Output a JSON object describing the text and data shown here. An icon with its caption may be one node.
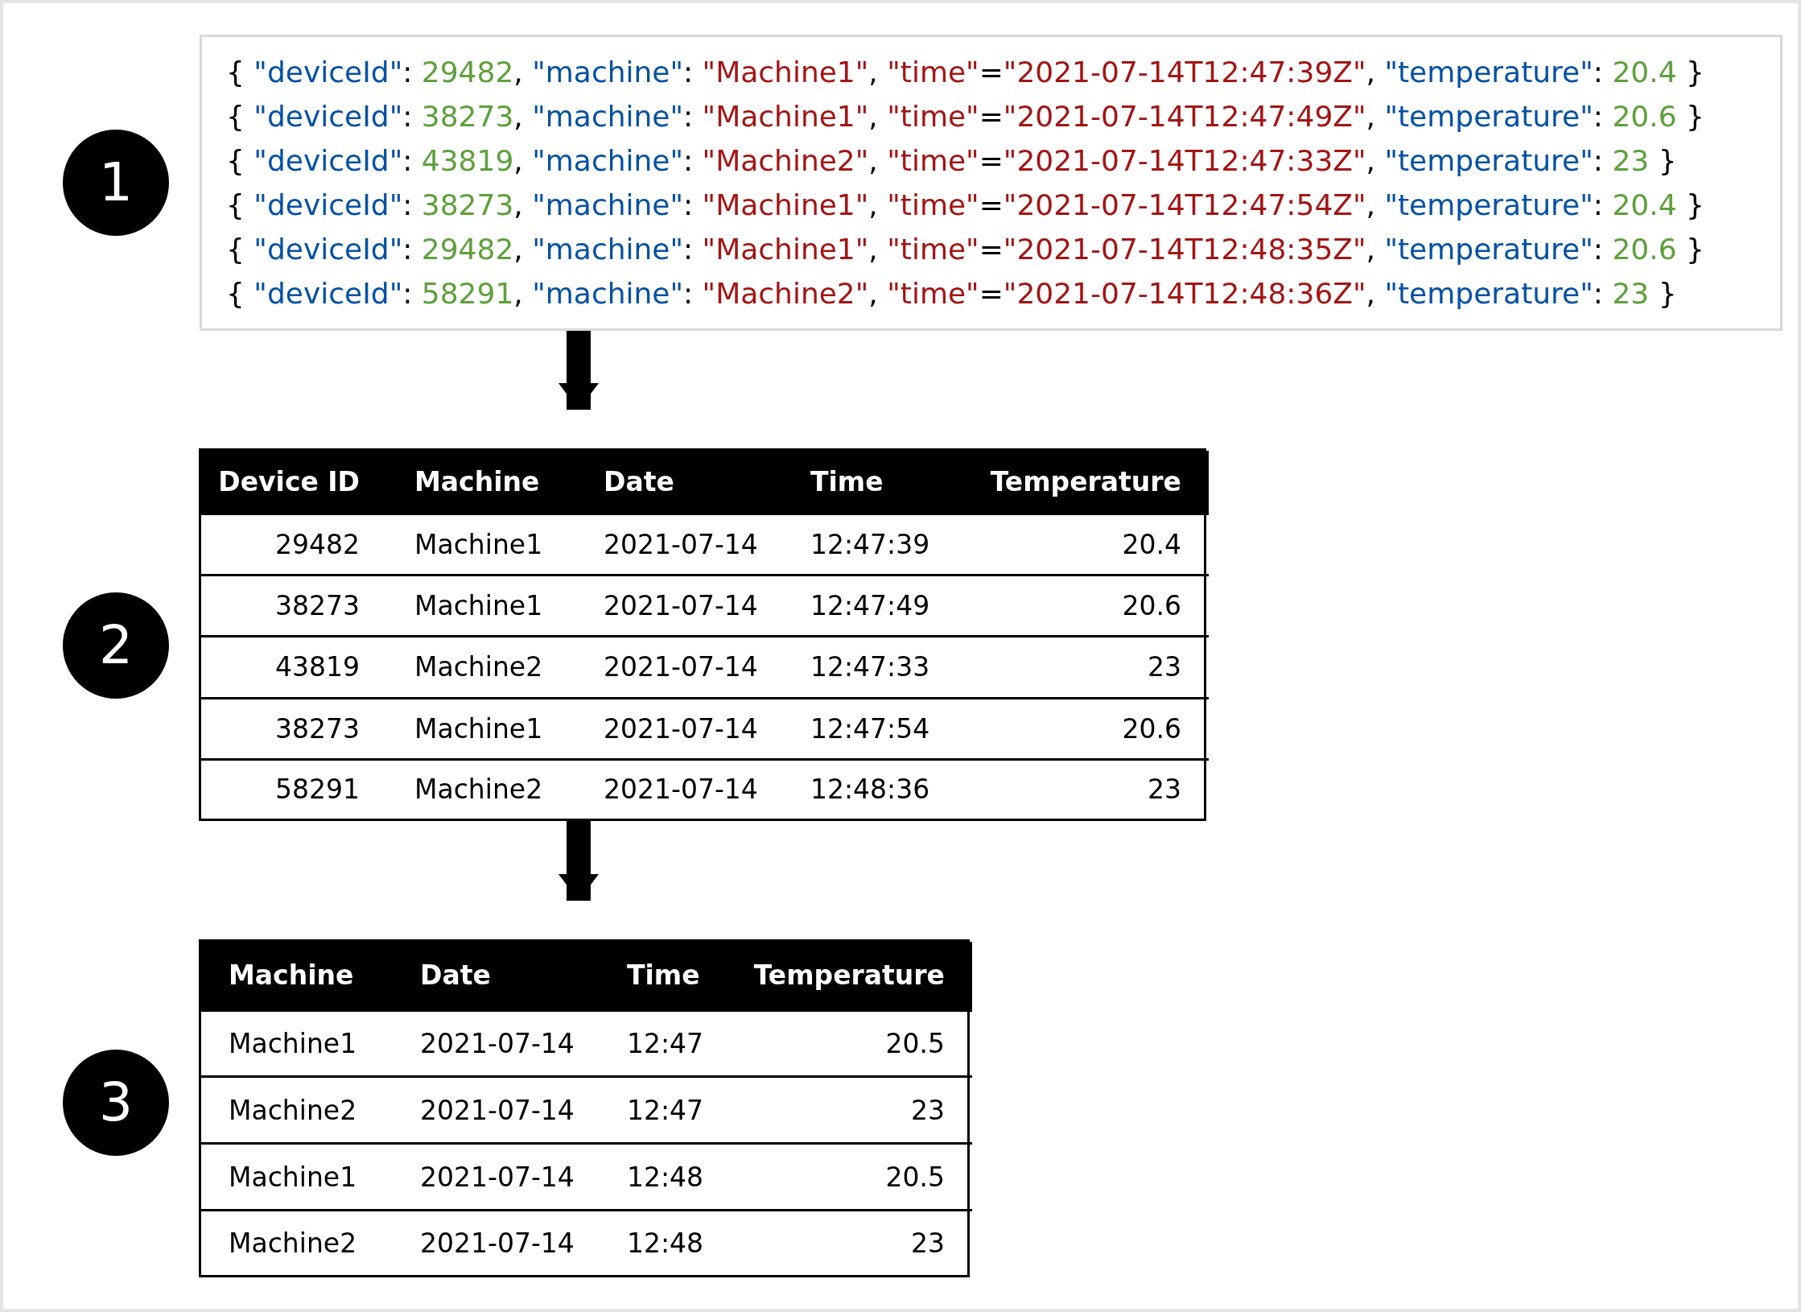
{
  "diagram": {
    "nodes": [
      {
        "text": [
          "1"
        ]
      },
      {
        "text": [
          "{ \"deviceId\": 29482, \"machine\": \"Machine1\", \"time\"=\"2021-07-14T12:47:39Z\", \"temperature\": 20.4 }",
          "{ \"deviceId\": 38273, \"machine\": \"Machine1\", \"time\"=\"2021-07-14T12:47:49Z\", \"temperature\": 20.6 }",
          "{ \"deviceId\": 43819, \"machine\": \"Machine2\", \"time\"=\"2021-07-14T12:47:33Z\", \"temperature\": 23 }",
          "{ \"deviceId\": 38273, \"machine\": \"Machine1\", \"time\"=\"2021-07-14T12:47:54Z\", \"temperature\": 20.4 }",
          "{ \"deviceId\": 29482, \"machine\": \"Machine1\", \"time\"=\"2021-07-14T12:48:35Z\", \"temperature\": 20.6 }",
          "{ \"deviceId\": 58291, \"machine\": \"Machine2\", \"time\"=\"2021-07-14T12:48:36Z\", \"temperature\": 23 }"
        ]
      },
      {
        "text": [
          "2"
        ]
      },
      {
        "text": [
          "Device ID",
          "Machine",
          "Date",
          "Time",
          "Temperature",
          "29482",
          "Machine1",
          "2021-07-14",
          "12:47:39",
          "20.4",
          "38273",
          "Machine1",
          "2021-07-14",
          "12:47:49",
          "20.6",
          "43819",
          "Machine2",
          "2021-07-14",
          "12:47:33",
          "23",
          "38273",
          "Machine1",
          "2021-07-14",
          "12:47:54",
          "20.6",
          "58291",
          "Machine2",
          "2021-07-14",
          "12:48:36",
          "23"
        ]
      },
      {
        "text": [
          "3"
        ]
      },
      {
        "text": [
          "Machine",
          "Date",
          "Time",
          "Temperature",
          "Machine1",
          "2021-07-14",
          "12:47",
          "20.5",
          "Machine2",
          "2021-07-14",
          "12:47",
          "23",
          "Machine1",
          "2021-07-14",
          "12:48",
          "20.5",
          "Machine2",
          "2021-07-14",
          "12:48",
          "23"
        ]
      }
    ],
    "edges": [
      {
        "from": 1,
        "to": 3,
        "arrow": "to"
      },
      {
        "from": 3,
        "to": 5,
        "arrow": "to"
      }
    ]
  }
}
